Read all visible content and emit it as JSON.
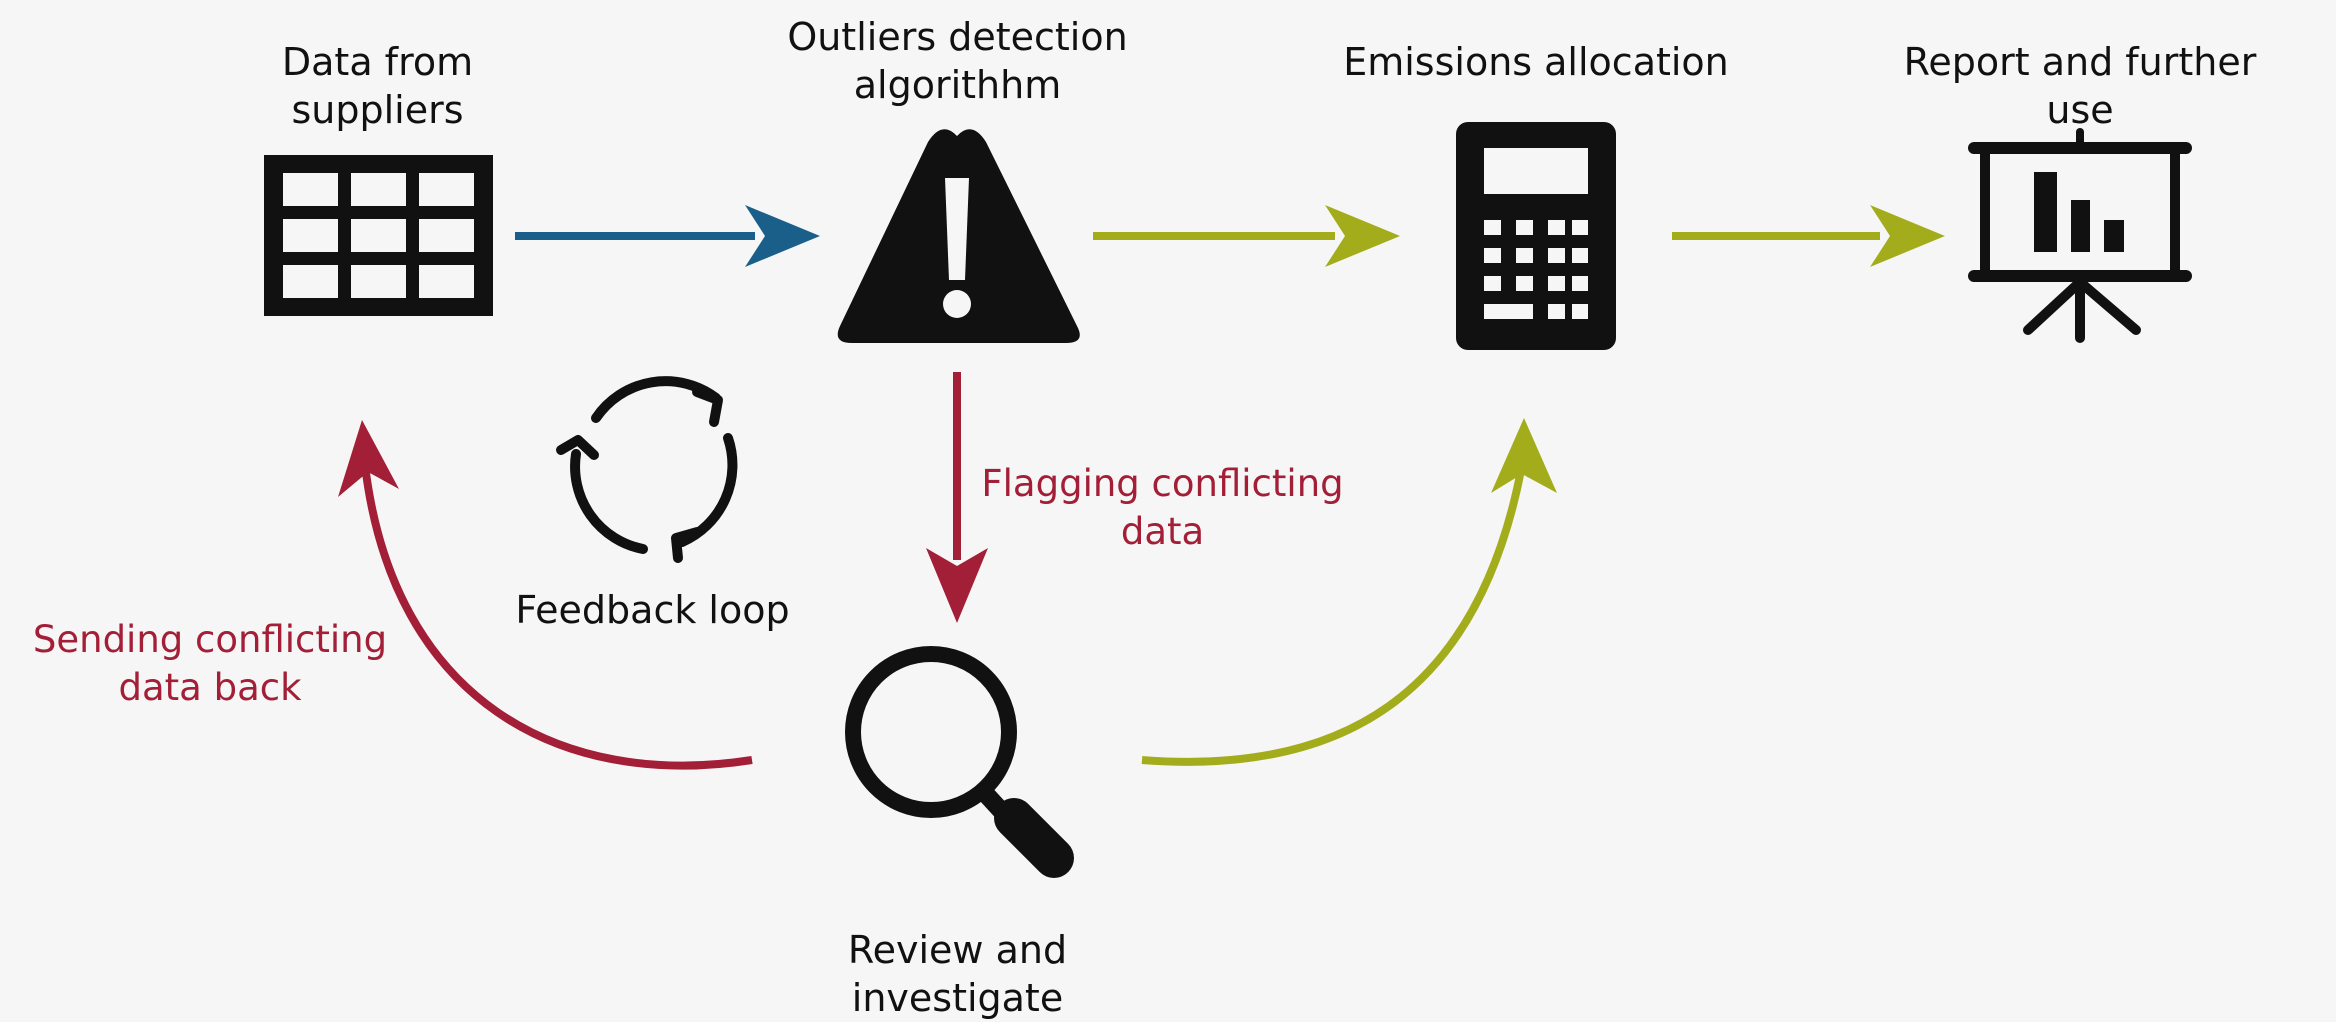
{
  "nodes": {
    "suppliers": {
      "title": "Data from suppliers",
      "icon": "table-grid-icon"
    },
    "outliers": {
      "title_line1": "Outliers detection",
      "title_line2": "algorithhm",
      "icon": "warning-triangle-icon"
    },
    "allocation": {
      "title": "Emissions allocation",
      "icon": "calculator-icon"
    },
    "report": {
      "title": "Report and further use",
      "icon": "presentation-board-icon"
    },
    "review": {
      "title": "Review and investigate",
      "icon": "magnifying-glass-icon"
    }
  },
  "feedback": {
    "label": "Feedback loop",
    "icon": "cycle-arrows-icon"
  },
  "edges": {
    "flagging": {
      "line1": "Flagging conflicting",
      "line2": "data"
    },
    "sending": {
      "line1": "Sending conflicting",
      "line2": "data back"
    }
  },
  "colors": {
    "background": "#f6f6f6",
    "text": "#111111",
    "blue_arrow": "#1a5e8a",
    "green_arrow": "#a3ad1c",
    "red_arrow": "#a31f37",
    "icon": "#111111"
  }
}
